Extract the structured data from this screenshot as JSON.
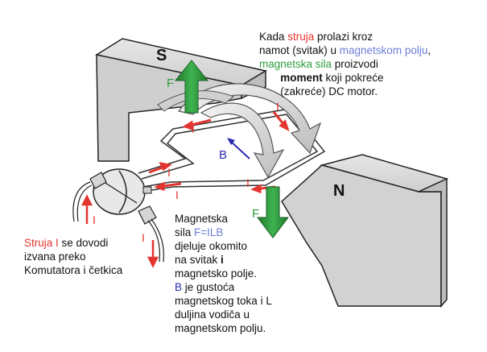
{
  "labels": {
    "pole_s": "S",
    "pole_n": "N",
    "force_top": "F",
    "force_bottom": "F",
    "current": "I",
    "field": "B"
  },
  "top_note": {
    "l1_a": "Kada ",
    "l1_b": "struja",
    "l1_c": " prolazi kroz",
    "l2_a": "namot (svitak) u ",
    "l2_b": "magnetskom polju",
    "l2_c": ",",
    "l3_a": "magnetska sila",
    "l3_b": " proizvodi",
    "l4_a": "moment",
    "l4_b": " koji pokreće",
    "l5": "(zakreće) DC motor."
  },
  "bottom_note": {
    "l1": "Magnetska",
    "l2_a": "sila ",
    "l2_b": "F=ILB",
    "l3": "djeluje okomito",
    "l4_a": "na svitak ",
    "l4_b": "i",
    "l5": "magnetsko polje.",
    "l6_a": "B",
    "l6_b": " je gustoća",
    "l7": "magnetskog toka i L",
    "l8": "duljina vodiča u",
    "l9": "magnetskom polju."
  },
  "left_note": {
    "l1_a": "Struja I",
    "l1_b": " se dovodi",
    "l2": "izvana preko",
    "l3": "Komutatora i četkica"
  },
  "colors": {
    "current": "#e3342f",
    "force": "#2e9e3e",
    "field": "#2a2ab0",
    "magnet": "#d9d9d9"
  }
}
